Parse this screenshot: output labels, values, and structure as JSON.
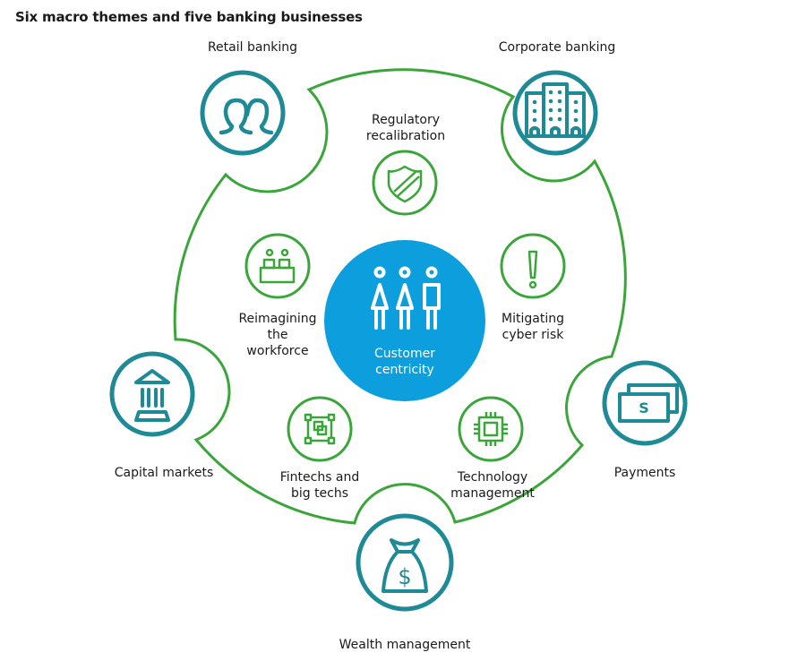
{
  "title": "Six macro themes and five banking businesses",
  "colors": {
    "business_teal": "#1e8a96",
    "theme_green": "#3aa63a",
    "center_blue": "#0d9ede",
    "text": "#1a1a1a"
  },
  "center": {
    "label_line1": "Customer",
    "label_line2": "centricity",
    "icon": "three-people-icon"
  },
  "businesses": [
    {
      "id": "retail",
      "label": "Retail banking",
      "icon": "people-icon"
    },
    {
      "id": "corporate",
      "label": "Corporate banking",
      "icon": "office-buildings-icon"
    },
    {
      "id": "capital",
      "label": "Capital markets",
      "icon": "bank-columns-icon"
    },
    {
      "id": "payments",
      "label": "Payments",
      "icon": "banknotes-icon"
    },
    {
      "id": "wealth",
      "label": "Wealth management",
      "icon": "money-bag-icon"
    }
  ],
  "themes": [
    {
      "id": "regulatory",
      "line1": "Regulatory",
      "line2": "recalibration",
      "line3": "",
      "icon": "shield-icon"
    },
    {
      "id": "workforce",
      "line1": "Reimagining",
      "line2": "the",
      "line3": "workforce",
      "icon": "workers-desk-icon"
    },
    {
      "id": "cyber",
      "line1": "Mitigating",
      "line2": "cyber risk",
      "line3": "",
      "icon": "exclamation-icon"
    },
    {
      "id": "fintechs",
      "line1": "Fintechs and",
      "line2": "big techs",
      "line3": "",
      "icon": "overlapping-squares-icon"
    },
    {
      "id": "technology",
      "line1": "Technology",
      "line2": "management",
      "line3": "",
      "icon": "chip-icon"
    }
  ]
}
